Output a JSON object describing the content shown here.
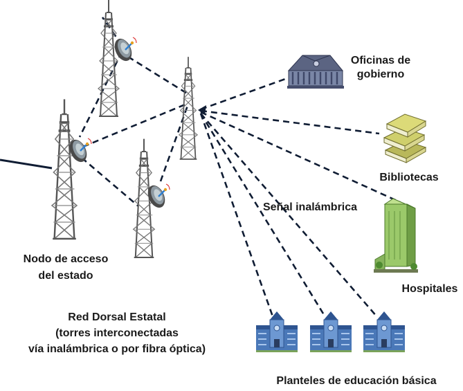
{
  "labels": {
    "oficinas_1": "Oficinas de",
    "oficinas_2": "gobierno",
    "bibliotecas": "Bibliotecas",
    "senal": "Señal inalámbrica",
    "hospitales": "Hospitales",
    "nodo_1": "Nodo de acceso",
    "nodo_2": "del estado",
    "red_1": "Red Dorsal Estatal",
    "red_2": "(torres interconectadas",
    "red_3": "vía inalámbrica o por fibra óptica)",
    "planteles": "Planteles de educación básica"
  },
  "colors": {
    "link": "#0f1c33",
    "tower": "#666666",
    "gov": "#6d7a98",
    "books": "#d6d27a",
    "hospital": "#9cc86e",
    "school": "#4a78b8"
  },
  "icons": [
    "tower-icon",
    "dish-icon",
    "government-building-icon",
    "books-icon",
    "hospital-building-icon",
    "school-building-icon"
  ]
}
